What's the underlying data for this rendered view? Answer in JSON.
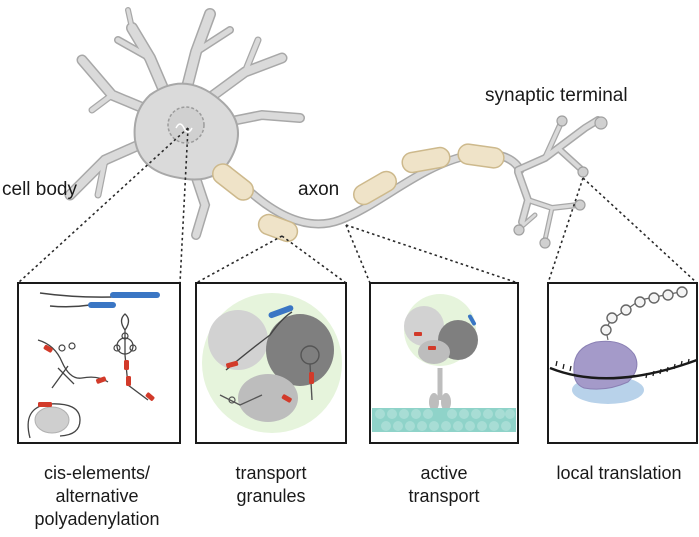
{
  "labels": {
    "cell_body": "cell body",
    "axon": "axon",
    "synaptic_terminal": "synaptic terminal"
  },
  "panels": [
    {
      "caption_lines": [
        "cis-elements/",
        "alternative",
        "polyadenylation"
      ]
    },
    {
      "caption_lines": [
        "transport",
        "granules"
      ]
    },
    {
      "caption_lines": [
        "active",
        "transport"
      ]
    },
    {
      "caption_lines": [
        "local translation"
      ]
    }
  ],
  "colors": {
    "neuron": "#dadada",
    "neuron_outline": "#a8a8a8",
    "myelin": "#efe3c8",
    "myelin_outline": "#cdb98c",
    "mrna_blue": "#3a76c4",
    "element_red": "#d23a2a",
    "granule_bg": "#e6f4dc",
    "microtubule": "#8fd3c9",
    "ribosome": "#a49ac9",
    "ribosome_small": "#b8d2ea"
  }
}
